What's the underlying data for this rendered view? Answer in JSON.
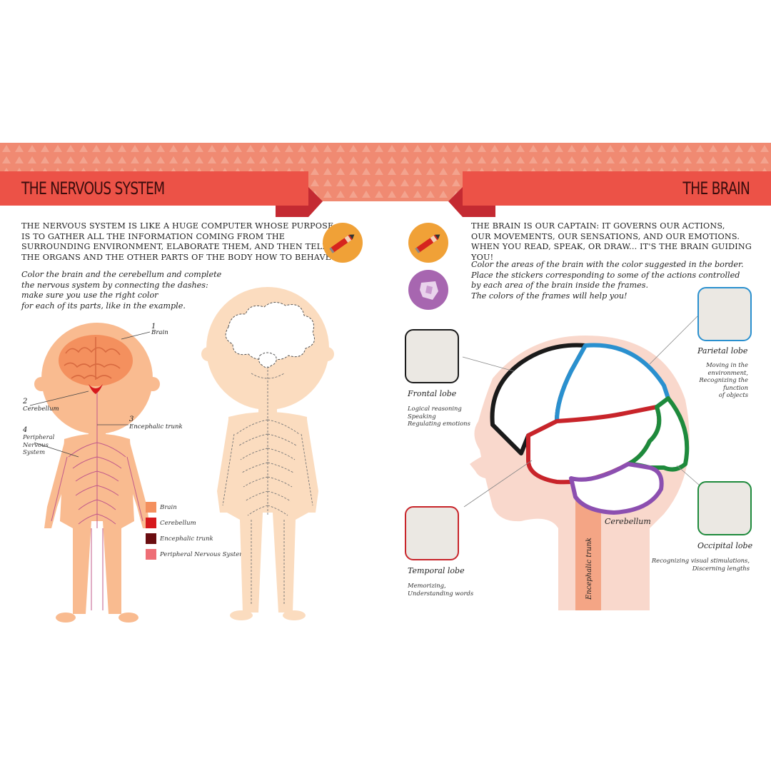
{
  "left_page": {
    "title": "THE NERVOUS SYSTEM",
    "intro": [
      "THE NERVOUS SYSTEM IS LIKE A HUGE COMPUTER WHOSE PURPOSE",
      "IS TO GATHER ALL THE INFORMATION COMING FROM THE",
      "SURROUNDING ENVIRONMENT, ELABORATE THEM, AND THEN TELL",
      "THE ORGANS AND THE OTHER PARTS OF THE BODY HOW TO BEHAVE."
    ],
    "instructions": [
      "Color the brain and the cerebellum and complete",
      "the nervous system by connecting the dashes:",
      "make sure you use the right color",
      "for each of its parts, like in the example."
    ],
    "labels": {
      "brain_num": "1",
      "brain": "Brain",
      "cerebellum_num": "2",
      "cerebellum": "Cerebellum",
      "trunk_num": "3",
      "trunk": "Encephalic trunk",
      "pns_num": "4",
      "pns_1": "Peripheral",
      "pns_2": "Nervous",
      "pns_3": "System"
    },
    "legend": [
      {
        "label": "Brain",
        "color": "#f4905e"
      },
      {
        "label": "Cerebellum",
        "color": "#d6181c"
      },
      {
        "label": "Encephalic trunk",
        "color": "#6a0d10"
      },
      {
        "label": "Peripheral Nervous System",
        "color": "#ee6e76"
      }
    ]
  },
  "right_page": {
    "title": "THE BRAIN",
    "intro": [
      "THE BRAIN IS OUR CAPTAIN: IT GOVERNS OUR ACTIONS,",
      "OUR MOVEMENTS, OUR SENSATIONS, AND OUR EMOTIONS.",
      "WHEN YOU READ, SPEAK, OR DRAW... IT'S THE BRAIN GUIDING YOU!"
    ],
    "instructions": [
      "Color the areas of the brain with the color suggested in the border.",
      "Place the stickers corresponding to some of the actions controlled",
      "by each area of the brain inside the frames.",
      "The colors of the frames will help you!"
    ],
    "lobes": {
      "frontal": {
        "name": "Frontal lobe",
        "desc": [
          "Logical reasoning",
          "Speaking",
          "Regulating emotions"
        ],
        "color": "#1a1a1a"
      },
      "parietal": {
        "name": "Parietal lobe",
        "desc": [
          "Moving in the",
          "environment,",
          "Recognizing the",
          "function",
          "of objects"
        ],
        "color": "#2a90cf"
      },
      "temporal": {
        "name": "Temporal lobe",
        "desc": [
          "Memorizing,",
          "Understanding words"
        ],
        "color": "#c8242a"
      },
      "occipital": {
        "name": "Occipital lobe",
        "desc": [
          "Recognizing visual stimulations,",
          "Discerning lengths"
        ],
        "color": "#1e8a3c"
      }
    },
    "cerebellum": "Cerebellum",
    "trunk": "Encephalic trunk"
  }
}
